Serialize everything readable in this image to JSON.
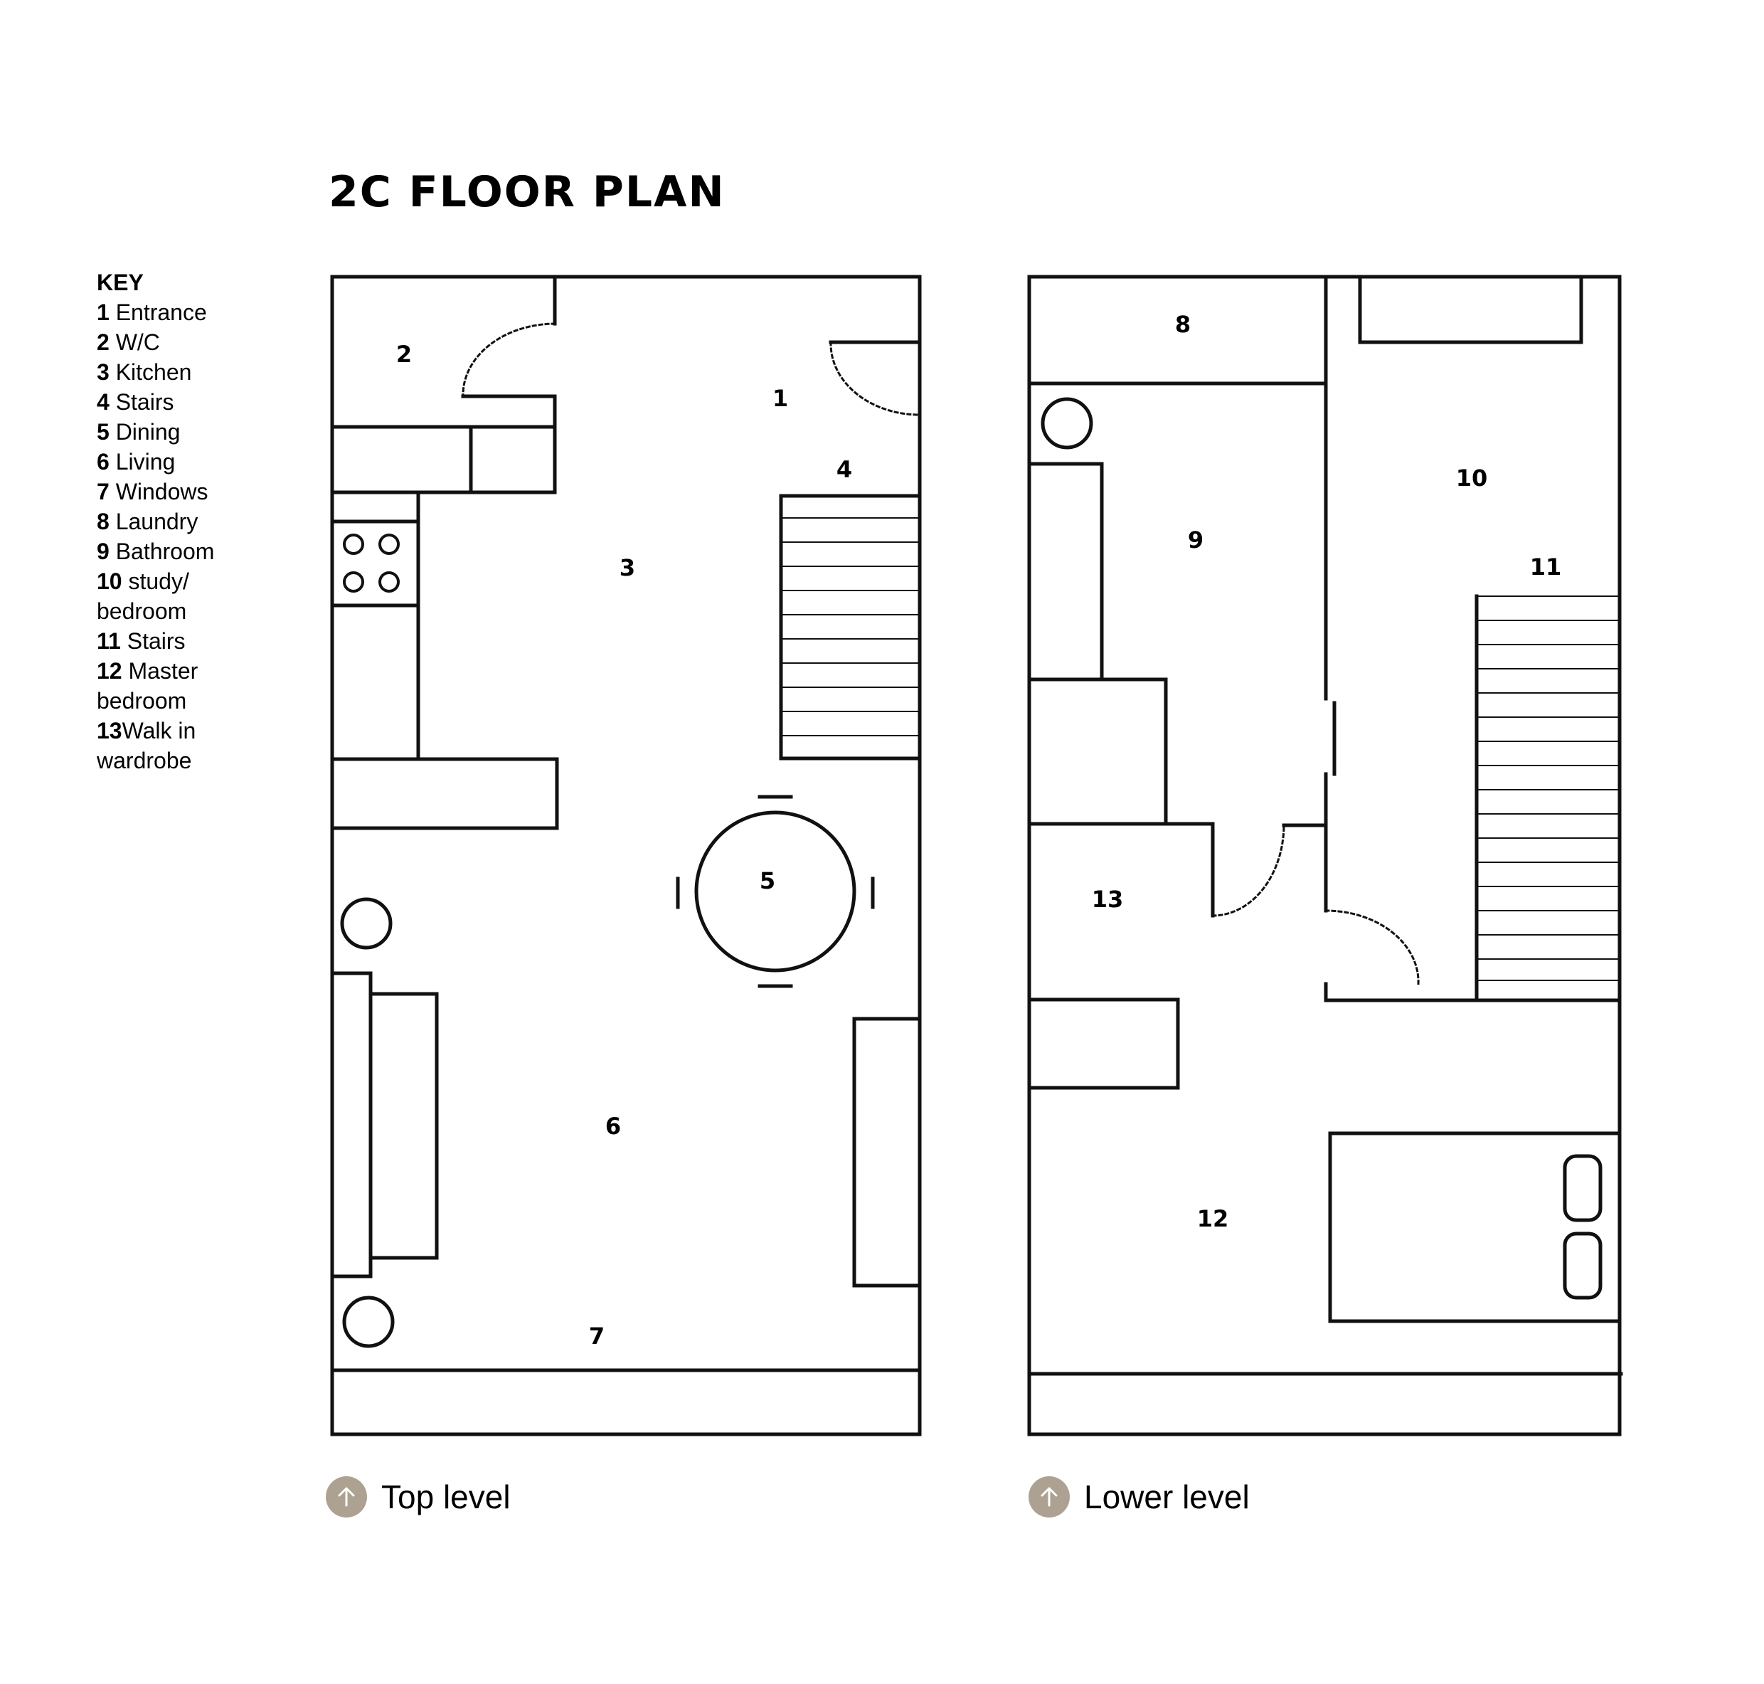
{
  "title": "2C FLOOR PLAN",
  "key": {
    "heading": "KEY",
    "items": [
      {
        "num": "1",
        "label": "Entrance"
      },
      {
        "num": "2",
        "label": "W/C"
      },
      {
        "num": "3",
        "label": "Kitchen"
      },
      {
        "num": "4",
        "label": "Stairs"
      },
      {
        "num": "5",
        "label": "Dining"
      },
      {
        "num": "6",
        "label": "Living"
      },
      {
        "num": "7",
        "label": "Windows"
      },
      {
        "num": "8",
        "label": "Laundry"
      },
      {
        "num": "9",
        "label": "Bathroom"
      },
      {
        "num": "10",
        "label": "study/",
        "cont": "bedroom"
      },
      {
        "num": "11",
        "label": "Stairs"
      },
      {
        "num": "12",
        "label": "Master",
        "cont": "bedroom"
      },
      {
        "num": "13",
        "label": "Walk in",
        "cont": "wardrobe"
      }
    ]
  },
  "plans": {
    "top": {
      "caption": "Top level",
      "labels": [
        "1",
        "2",
        "3",
        "4",
        "5",
        "6",
        "7"
      ]
    },
    "lower": {
      "caption": "Lower level",
      "labels": [
        "8",
        "9",
        "10",
        "11",
        "12",
        "13"
      ]
    }
  },
  "colors": {
    "line": "#111111",
    "badge": "#ada292"
  },
  "icons": {
    "caption_badge": "arrow-up-icon"
  }
}
